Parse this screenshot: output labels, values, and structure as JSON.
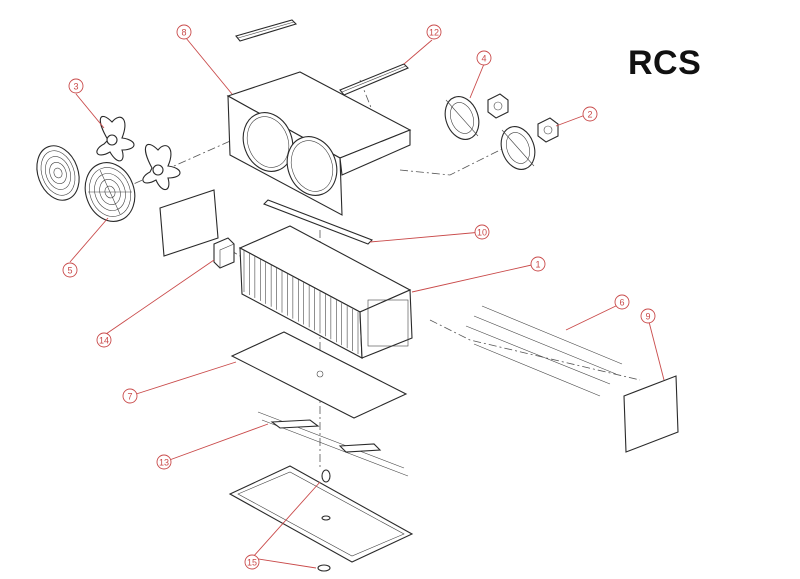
{
  "title": "RCS",
  "callouts": [
    "1",
    "2",
    "3",
    "4",
    "5",
    "6",
    "7",
    "8",
    "9",
    "10",
    "12",
    "13",
    "14",
    "15"
  ],
  "colors": {
    "line": "#2a2a2a",
    "callout": "#c94a4a",
    "background": "#ffffff"
  }
}
